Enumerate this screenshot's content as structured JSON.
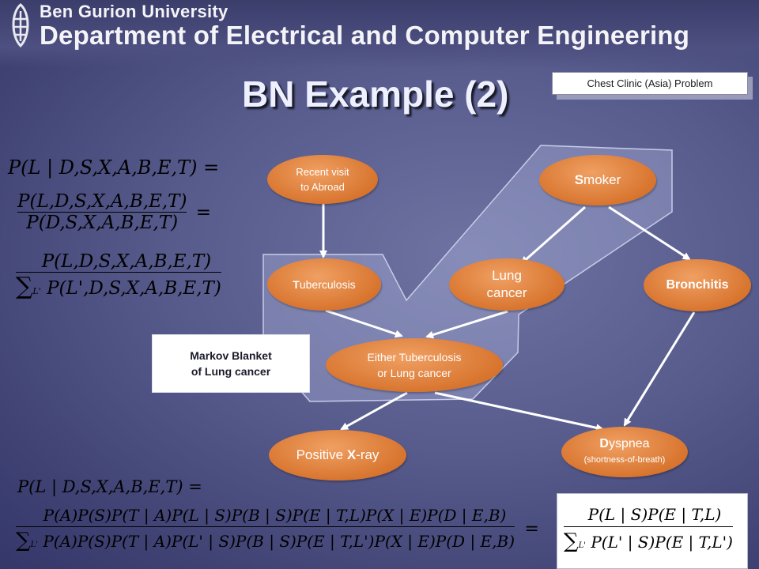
{
  "header": {
    "university": "Ben Gurion University",
    "department": "Department of Electrical and Computer Engineering"
  },
  "title": "BN Example (2)",
  "tag": "Chest Clinic (Asia) Problem",
  "markov_blanket": {
    "line1": "Markov Blanket",
    "line2": "of Lung cancer"
  },
  "nodes": {
    "abroad": {
      "line1": "Recent visit",
      "line2a_bold": "to A",
      "line2b": "broad"
    },
    "smoker": {
      "bold": "S",
      "rest": "moker"
    },
    "tuberculosis": {
      "bold": "T",
      "rest": "uberculosis"
    },
    "lung": {
      "line1a_bold": "L",
      "line1b": "ung",
      "line2": "cancer"
    },
    "bronchitis": {
      "bold": "B",
      "rest": "ronchitis"
    },
    "either": {
      "line1a_bold": "E",
      "line1b": "ither Tuberculosis",
      "line2": "or Lung cancer"
    },
    "xray": {
      "pre": "Positive ",
      "bold": "X",
      "post": "-ray"
    },
    "dyspnea": {
      "bold": "D",
      "rest": "yspnea",
      "sub": "(shortness-of-breath)"
    }
  },
  "equations": {
    "top": {
      "l1": "P(L | D,S,X,A,B,E,T) =",
      "l2_num": "P(L,D,S,X,A,B,E,T)",
      "l2_den": "P(D,S,X,A,B,E,T)",
      "l2_eq": "=",
      "l3_num": "P(L,D,S,X,A,B,E,T)",
      "l3_sum": "∑",
      "l3_sub": "L'",
      "l3_den": "P(L',D,S,X,A,B,E,T)"
    },
    "bottom": {
      "l1": "P(L | D,S,X,A,B,E,T) =",
      "num": "P(A)P(S)P(T | A)P(L | S)P(B | S)P(E | T,L)P(X | E)P(D | E,B)",
      "sum": "∑",
      "sub": "L'",
      "den": "P(A)P(S)P(T | A)P(L' | S)P(B | S)P(E | T,L')P(X | E)P(D | E,B)",
      "eq": "=",
      "r_num": "P(L | S)P(E | T,L)",
      "r_sum": "∑",
      "r_sub": "L'",
      "r_den": "P(L' | S)P(E | T,L')"
    }
  }
}
